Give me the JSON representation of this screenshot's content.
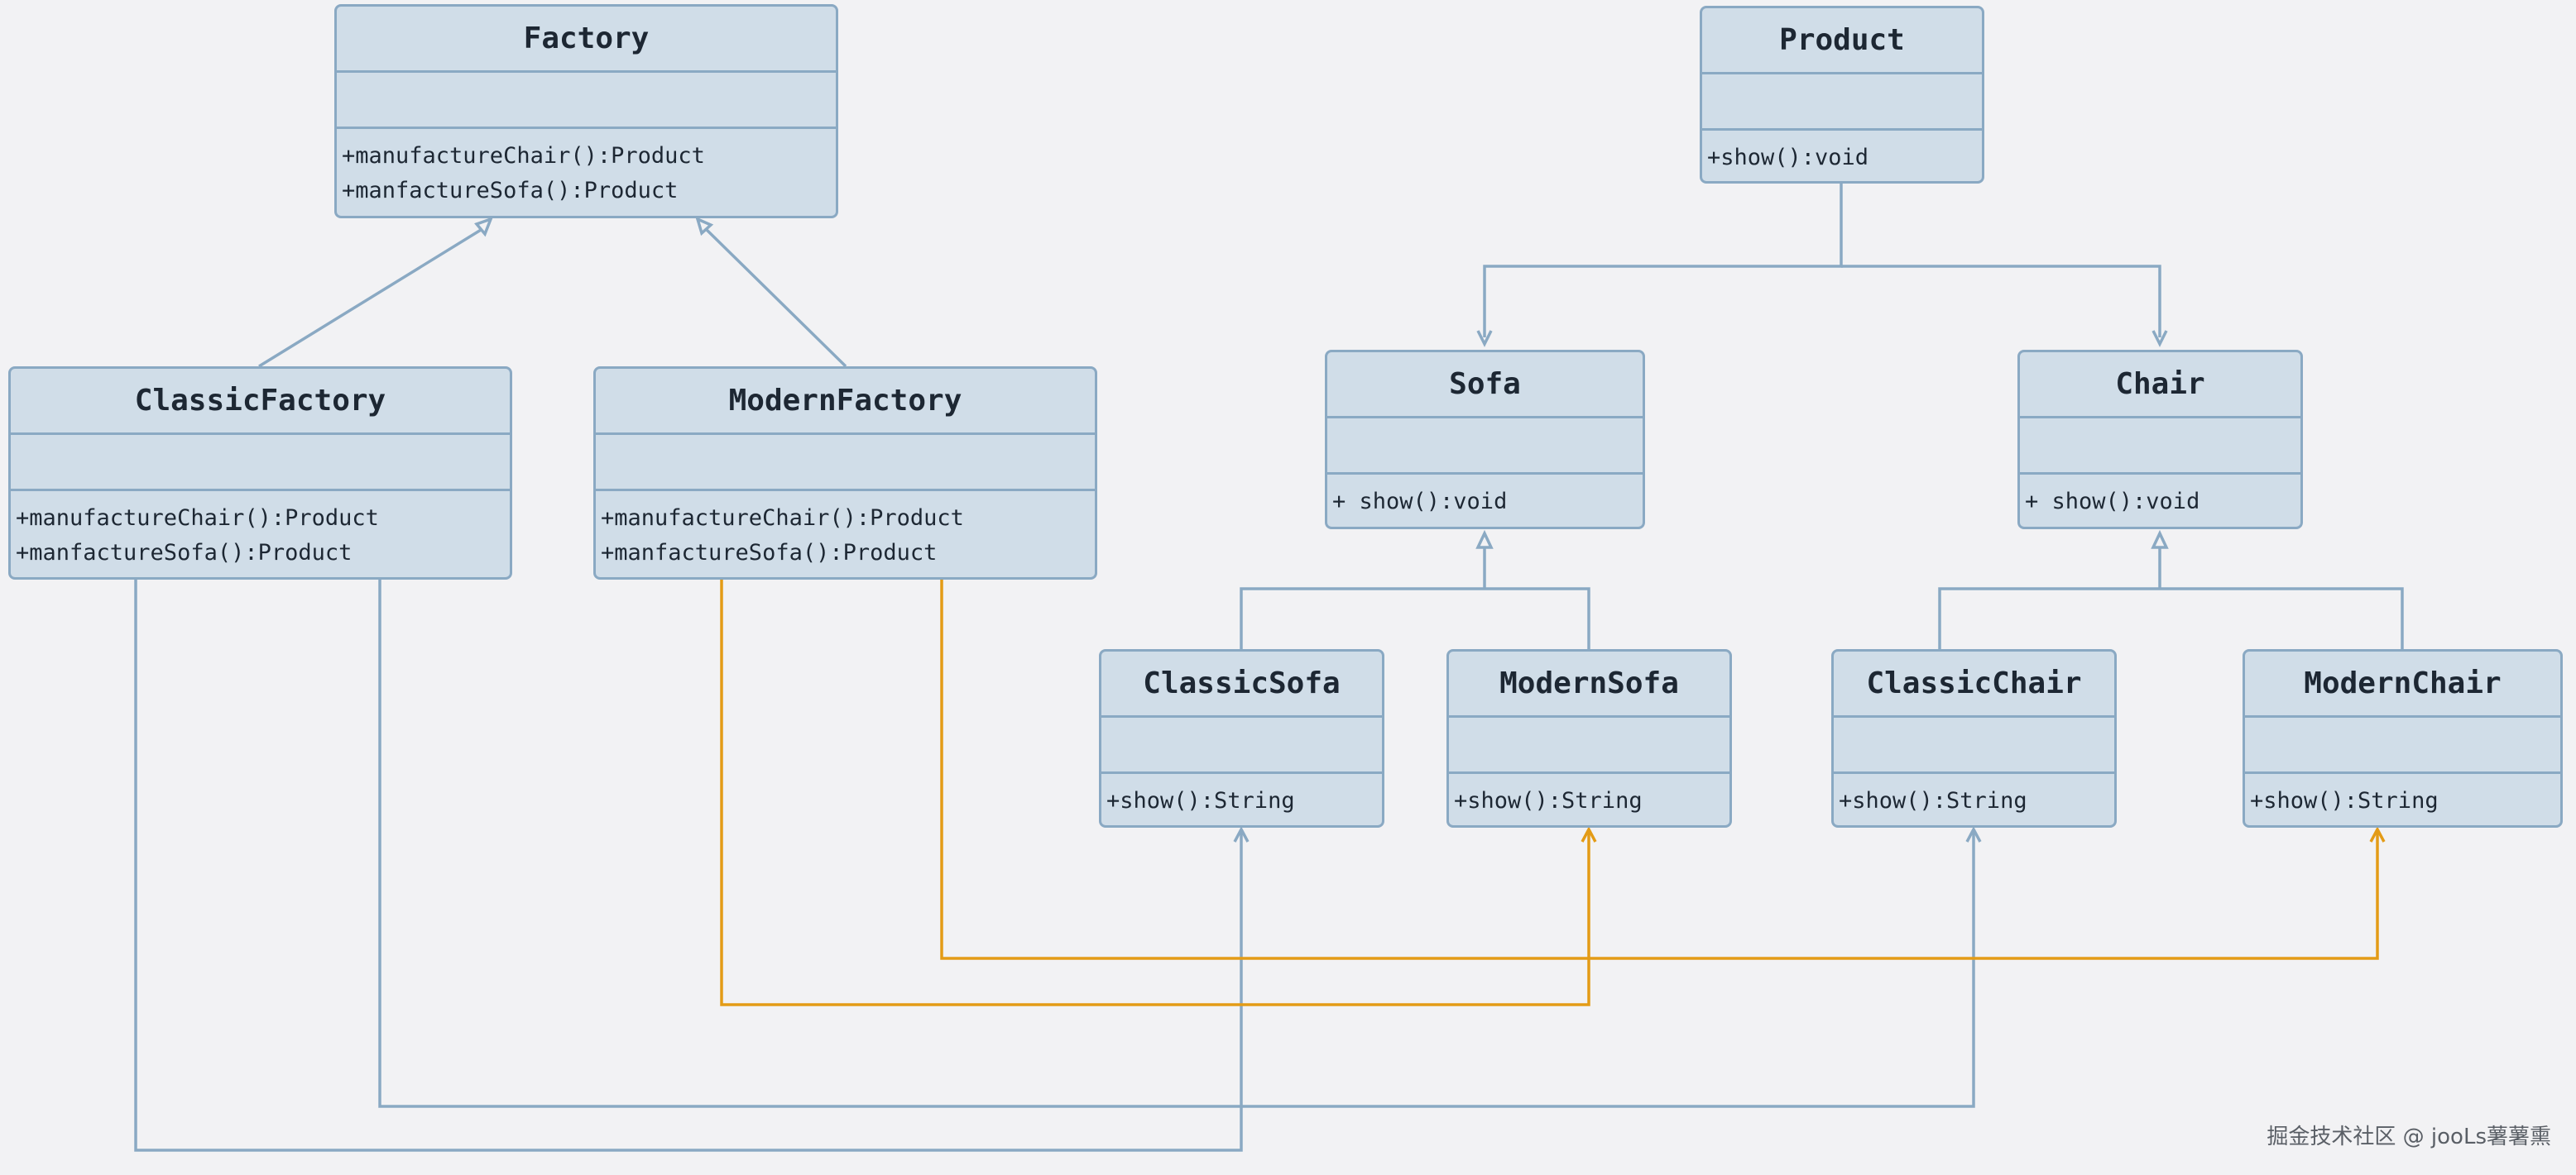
{
  "diagram": {
    "edge_colors": {
      "structure": "#8aa9c3",
      "factory_modern": "#e39b16"
    },
    "classes": {
      "factory": {
        "name": "Factory",
        "ops": [
          "+manufactureChair():Product",
          "+manfactureSofa():Product"
        ]
      },
      "product": {
        "name": "Product",
        "ops": [
          "+show():void"
        ]
      },
      "classic_factory": {
        "name": "ClassicFactory",
        "ops": [
          "+manufactureChair():Product",
          "+manfactureSofa():Product"
        ]
      },
      "modern_factory": {
        "name": "ModernFactory",
        "ops": [
          "+manufactureChair():Product",
          "+manfactureSofa():Product"
        ]
      },
      "sofa": {
        "name": "Sofa",
        "ops": [
          "+ show():void"
        ]
      },
      "chair": {
        "name": "Chair",
        "ops": [
          "+ show():void"
        ]
      },
      "classic_sofa": {
        "name": "ClassicSofa",
        "ops": [
          "+show():String"
        ]
      },
      "modern_sofa": {
        "name": "ModernSofa",
        "ops": [
          "+show():String"
        ]
      },
      "classic_chair": {
        "name": "ClassicChair",
        "ops": [
          "+show():String"
        ]
      },
      "modern_chair": {
        "name": "ModernChair",
        "ops": [
          "+show():String"
        ]
      }
    },
    "relations": [
      {
        "from": "ClassicFactory",
        "to": "Factory",
        "kind": "generalization"
      },
      {
        "from": "ModernFactory",
        "to": "Factory",
        "kind": "generalization"
      },
      {
        "from": "Product",
        "to": "Sofa",
        "kind": "directed"
      },
      {
        "from": "Product",
        "to": "Chair",
        "kind": "directed"
      },
      {
        "from": "ClassicSofa",
        "to": "Sofa",
        "kind": "generalization"
      },
      {
        "from": "ModernSofa",
        "to": "Sofa",
        "kind": "generalization"
      },
      {
        "from": "ClassicChair",
        "to": "Chair",
        "kind": "generalization"
      },
      {
        "from": "ModernChair",
        "to": "Chair",
        "kind": "generalization"
      },
      {
        "from": "ClassicFactory",
        "to": "ClassicSofa",
        "kind": "dependency"
      },
      {
        "from": "ClassicFactory",
        "to": "ClassicChair",
        "kind": "dependency"
      },
      {
        "from": "ModernFactory",
        "to": "ModernSofa",
        "kind": "dependency"
      },
      {
        "from": "ModernFactory",
        "to": "ModernChair",
        "kind": "dependency"
      }
    ]
  },
  "watermark": "掘金技术社区 @ jooLs薯薯熏"
}
